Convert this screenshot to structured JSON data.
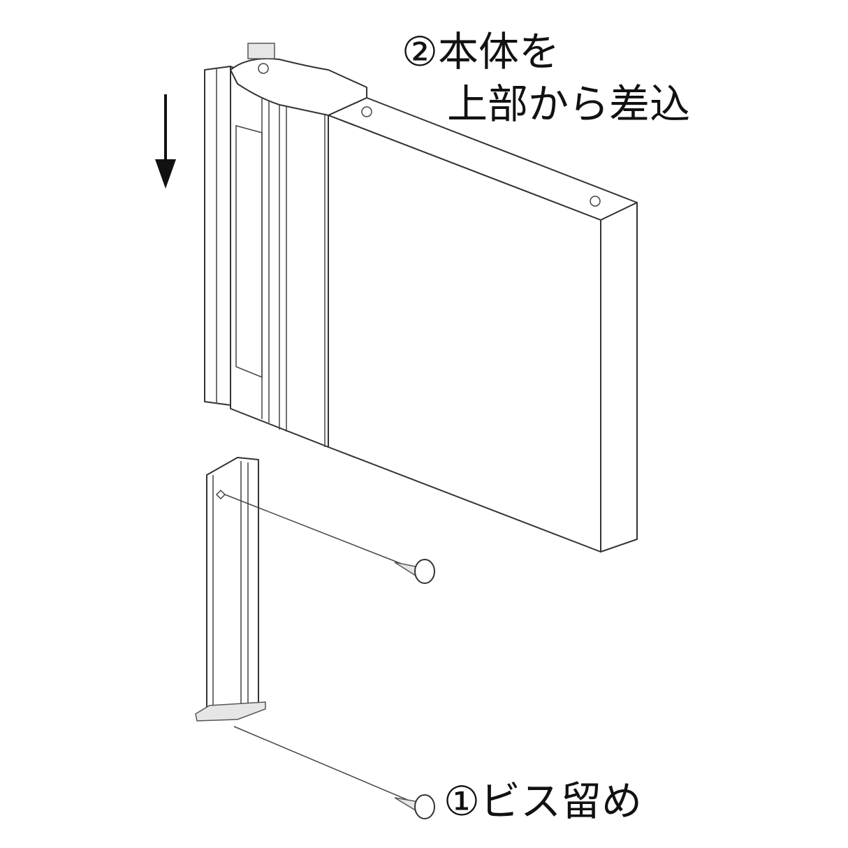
{
  "labels": {
    "step2_line1": "②本体を",
    "step2_line2": "上部から差込",
    "step1": "①ビス留め"
  },
  "icons": [
    "down-arrow-icon",
    "screw-icon"
  ]
}
